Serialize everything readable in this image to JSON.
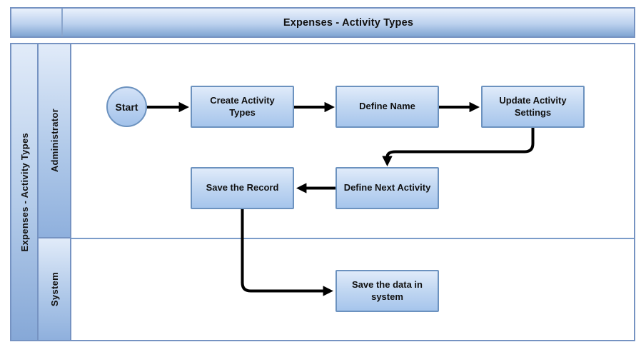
{
  "pool": {
    "title": "Expenses - Activity Types",
    "label": "Expenses - Activity Types"
  },
  "lanes": [
    {
      "label": "Administrator"
    },
    {
      "label": "System"
    }
  ],
  "nodes": {
    "start": {
      "label": "Start",
      "type": "start-event",
      "lane": "Administrator"
    },
    "create_activity_types": {
      "label": "Create Activity Types",
      "type": "task",
      "lane": "Administrator"
    },
    "define_name": {
      "label": "Define Name",
      "type": "task",
      "lane": "Administrator"
    },
    "update_activity_settings": {
      "label": "Update Activity Settings",
      "type": "task",
      "lane": "Administrator"
    },
    "define_next_activity": {
      "label": "Define Next Activity",
      "type": "task",
      "lane": "Administrator"
    },
    "save_the_record": {
      "label": "Save the Record",
      "type": "task",
      "lane": "Administrator"
    },
    "save_the_data_in_system": {
      "label": "Save the data in system",
      "type": "task",
      "lane": "System"
    }
  },
  "edges": [
    {
      "from": "start",
      "to": "create_activity_types"
    },
    {
      "from": "create_activity_types",
      "to": "define_name"
    },
    {
      "from": "define_name",
      "to": "update_activity_settings"
    },
    {
      "from": "update_activity_settings",
      "to": "define_next_activity"
    },
    {
      "from": "define_next_activity",
      "to": "save_the_record"
    },
    {
      "from": "save_the_record",
      "to": "save_the_data_in_system"
    }
  ],
  "colors": {
    "shape_fill_top": "#e0ebfa",
    "shape_fill_bottom": "#a6c5ec",
    "shape_border": "#6c92bf",
    "band_fill_top": "#e1ebf9",
    "band_fill_bottom": "#83a6d4",
    "pool_border": "#7693c2",
    "lane_divider": "#7b9cc9",
    "connector": "#000000",
    "text": "#111111",
    "background": "#ffffff"
  }
}
